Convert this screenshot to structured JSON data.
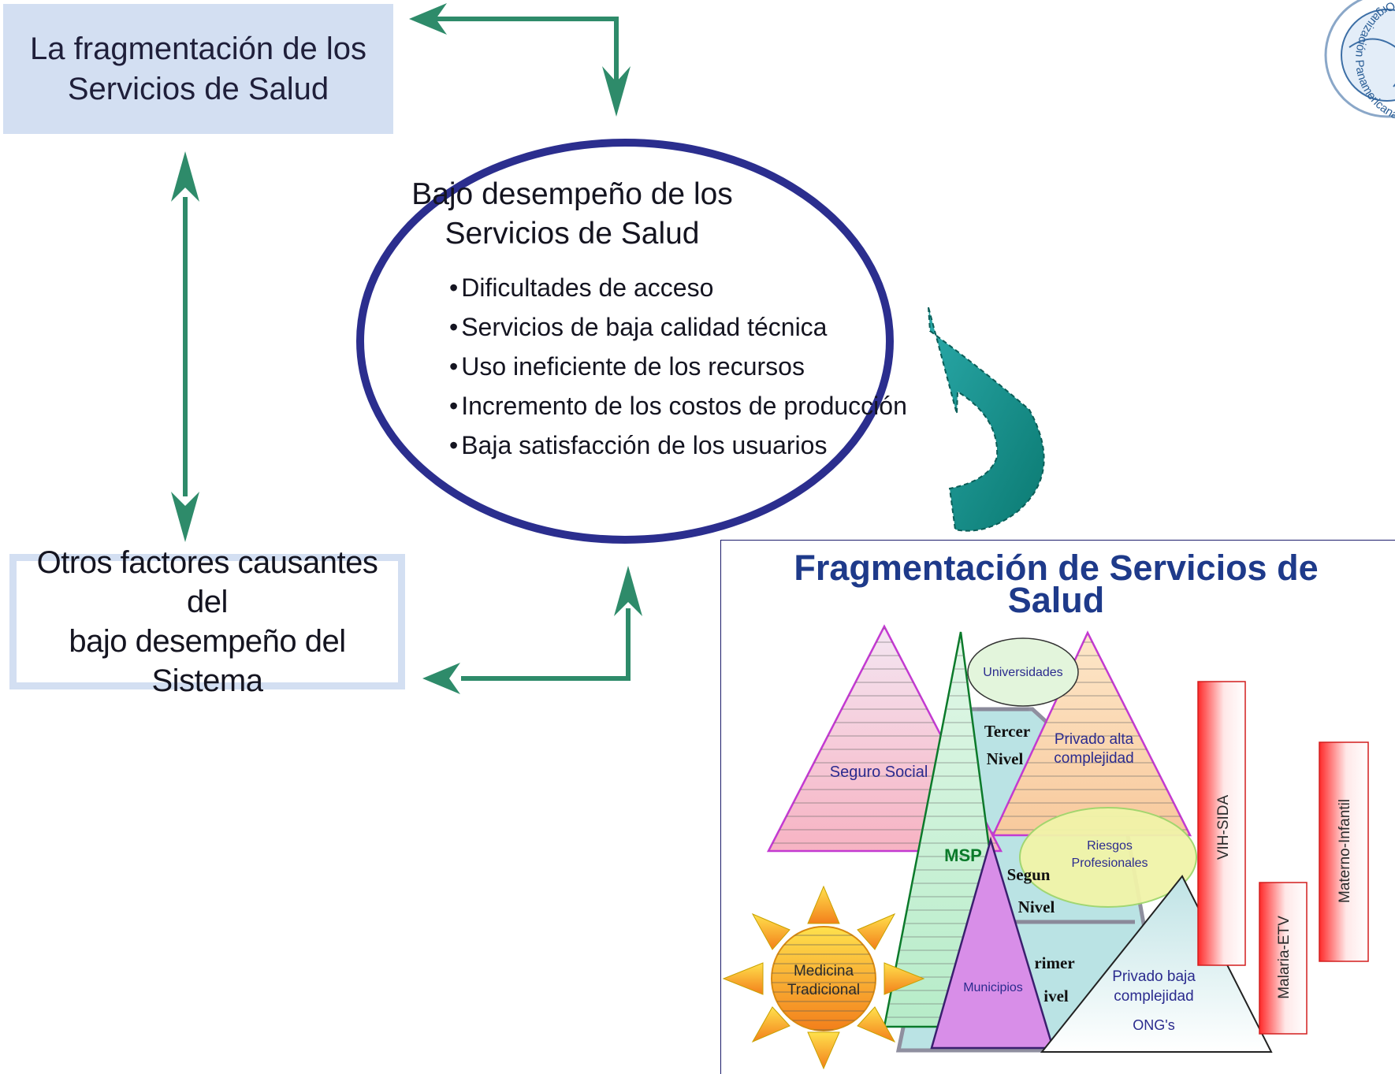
{
  "top_box": {
    "line1": "La fragmentación de los",
    "line2": "Servicios de Salud"
  },
  "bottom_box": {
    "line1": "Otros factores causantes del",
    "line2": "bajo desempeño del Sistema"
  },
  "ellipse": {
    "title_line1": "Bajo desempeño de los",
    "title_line2": "Servicios de Salud",
    "items": [
      "Dificultades de acceso",
      "Servicios de baja calidad técnica",
      "Uso ineficiente de los recursos",
      "Incremento de los costos de producción",
      "Baja satisfacción de los usuarios"
    ]
  },
  "logo": {
    "text": "Organización Panamericana"
  },
  "panel": {
    "title_line1": "Fragmentación de Servicios de",
    "title_line2": "Salud",
    "labels": {
      "seguro_social": "Seguro Social",
      "universidades": "Universidades",
      "tercer": "Tercer",
      "nivel_3": "Nivel",
      "privado_alta_1": "Privado alta",
      "privado_alta_2": "complejidad",
      "msp": "MSP",
      "riesgos_1": "Riesgos",
      "riesgos_2": "Profesionales",
      "segundo": "Segun",
      "nivel_2": "Nivel",
      "primer": "rimer",
      "nivel_1": "ivel",
      "medicina_1": "Medicina",
      "medicina_2": "Tradicional",
      "municipios": "Municipios",
      "privado_baja_1": "Privado baja",
      "privado_baja_2": "complejidad",
      "ongs": "ONG's",
      "vih": "VIH-SIDA",
      "malaria": "Malaria-ETV",
      "materno": "Materno-Infantil"
    }
  },
  "colors": {
    "arrow_green": "#2e8b6a",
    "ellipse_border": "#2b2e8e",
    "curved_arrow": "#12908f",
    "title_blue": "#1e3a8a",
    "top_box_fill": "#d3dff2"
  }
}
